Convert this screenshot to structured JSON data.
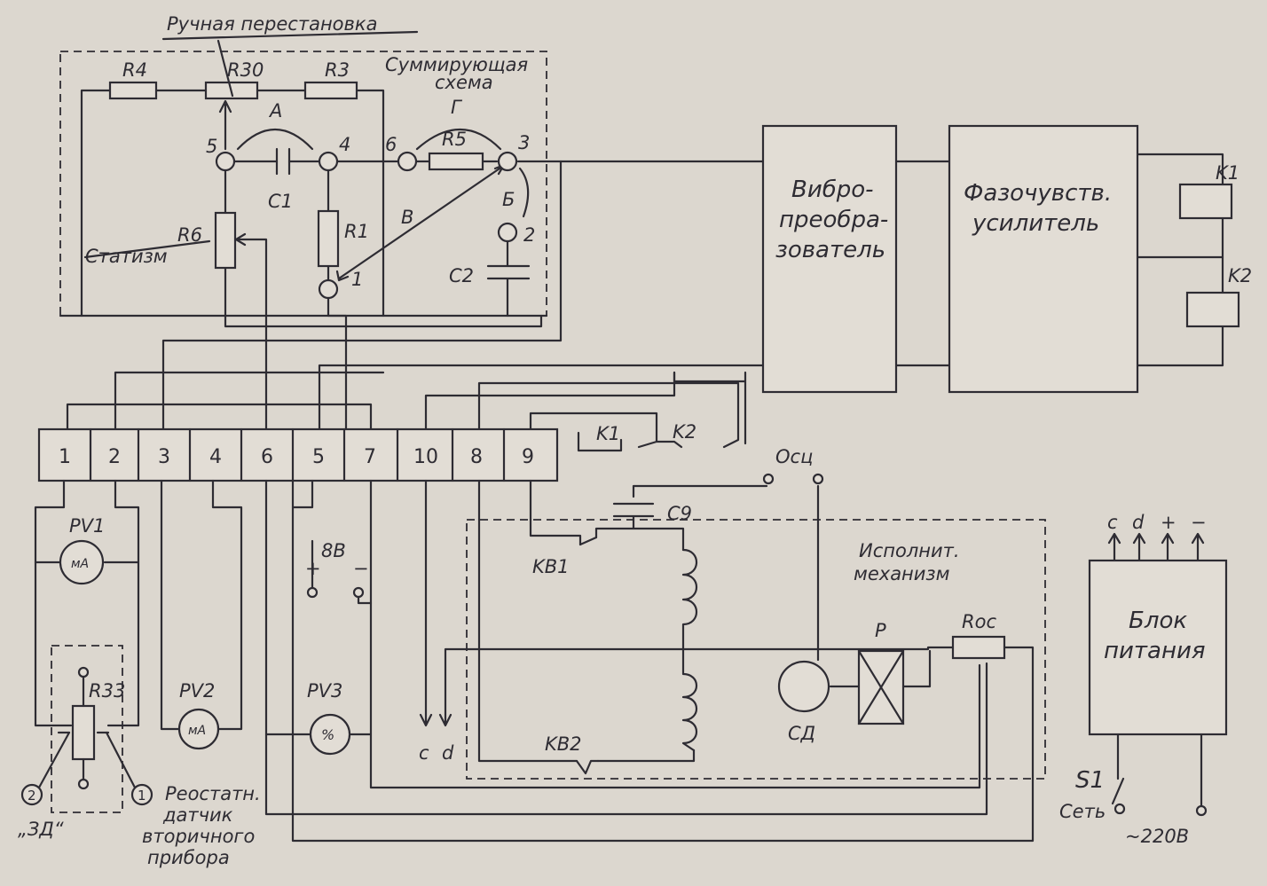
{
  "labels": {
    "manual_reposition": "Ручная перестановка",
    "summing_circuit_1": "Суммирующая",
    "summing_circuit_2": "схема",
    "statism": "Статизм",
    "vibro_1": "Вибро-",
    "vibro_2": "преобра-",
    "vibro_3": "зователь",
    "phase_1": "Фазочувств.",
    "phase_2": "усилитель",
    "actuator_1": "Исполнит.",
    "actuator_2": "механизм",
    "power_1": "Блок",
    "power_2": "питания",
    "rheostat_1": "Реостатн.",
    "rheostat_2": "датчик",
    "rheostat_3": "вторичного",
    "rheostat_3b": "прибора",
    "zd": "„ЗД“",
    "mains_switch": "S1",
    "mains_label": "Сеть",
    "mains_voltage": "~220В",
    "osc": "Осц",
    "supply_outputs": [
      "c",
      "d",
      "+",
      "−"
    ],
    "c_out": "c",
    "d_out": "d",
    "battery": "8В",
    "plus": "+",
    "minus": "−",
    "callout_2": "2",
    "callout_1": "1"
  },
  "components": {
    "R4": "R4",
    "R30": "R30",
    "R3": "R3",
    "R5": "R5",
    "R6": "R6",
    "R1": "R1",
    "C1": "C1",
    "C2": "C2",
    "C9": "C9",
    "R33": "R33",
    "Roc": "Roc",
    "K1": "K1",
    "K2": "K2",
    "KB1": "KB1",
    "KB2": "KB2",
    "PV1": "PV1",
    "PV2": "PV2",
    "PV3": "PV3",
    "P": "P",
    "SD": "СД",
    "uA": "мА",
    "mA": "мА",
    "pct": "%"
  },
  "nodes": {
    "n5": "5",
    "n4": "4",
    "n6": "6",
    "n3": "3",
    "n2": "2",
    "n1": "1"
  },
  "jumpers": {
    "A": "А",
    "G": "Г",
    "B": "Б",
    "V": "В"
  },
  "terminals": [
    "1",
    "2",
    "3",
    "4",
    "6",
    "5",
    "7",
    "10",
    "8",
    "9"
  ]
}
